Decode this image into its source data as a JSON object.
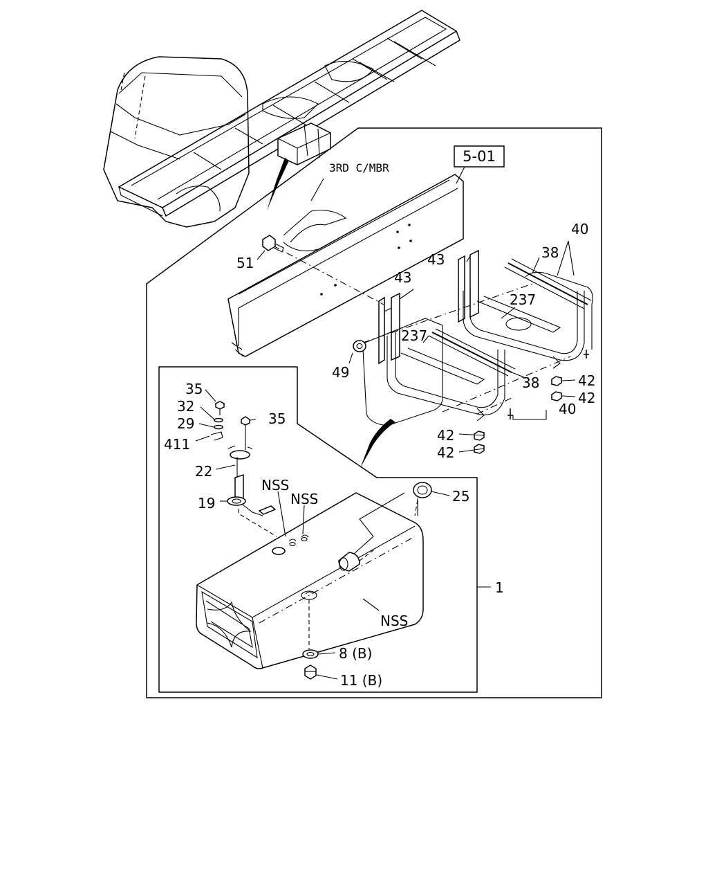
{
  "references": {
    "section_ref": "5-01",
    "cross_member": "3RD C/MBR"
  },
  "callouts": {
    "p51": "51",
    "p43a": "43",
    "p43b": "43",
    "p40a": "40",
    "p40b": "40",
    "p38a": "38",
    "p38b": "38",
    "p237a": "237",
    "p237b": "237",
    "p49": "49",
    "p42a": "42",
    "p42b": "42",
    "p42c": "42",
    "p42d": "42",
    "p35a": "35",
    "p35b": "35",
    "p32": "32",
    "p29": "29",
    "p411": "411",
    "p22": "22",
    "p19": "19",
    "pNSSa": "NSS",
    "pNSSb": "NSS",
    "pNSSc": "NSS",
    "p25": "25",
    "p1": "1",
    "p8": "8 (B)",
    "p11": "11 (B)"
  }
}
